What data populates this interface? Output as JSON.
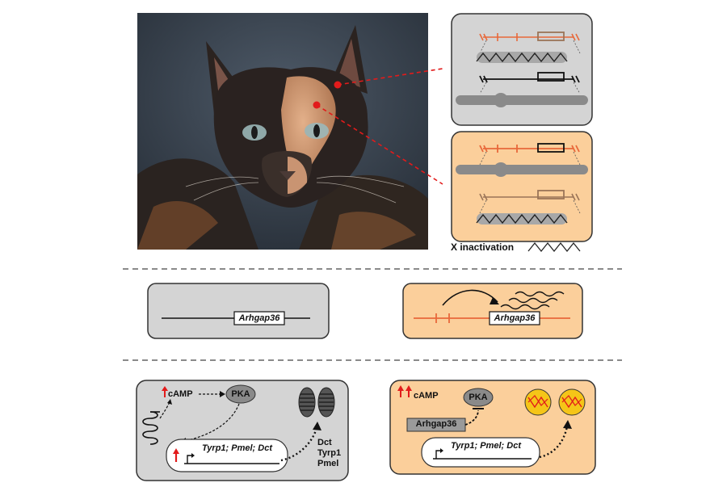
{
  "colors": {
    "grey_panel": "#d4d4d4",
    "orange_panel": "#fbcf9b",
    "orange_line": "#e8683a",
    "red_dot": "#e21b1b",
    "brown": "#9a7458"
  },
  "x_inactivation": {
    "label": "X inactivation"
  },
  "gene_panels": {
    "grey_gene": "Arhgap36",
    "orange_gene": "Arhgap36"
  },
  "pathway_grey": {
    "camp": "cAMP",
    "pka": "PKA",
    "promoter_genes": "Tyrp1; Pmel; Dct",
    "melanosome_genes": [
      "Dct",
      "Tyrp1",
      "Pmel"
    ]
  },
  "pathway_orange": {
    "camp": "cAMP",
    "pka": "PKA",
    "arhgap": "Arhgap36",
    "promoter_genes": "Tyrp1; Pmel; Dct"
  },
  "icons": {
    "photo": "tortoiseshell-cat-photo",
    "receptor": "seven-transmembrane-receptor-icon",
    "melanosome": "melanosome-icon"
  }
}
